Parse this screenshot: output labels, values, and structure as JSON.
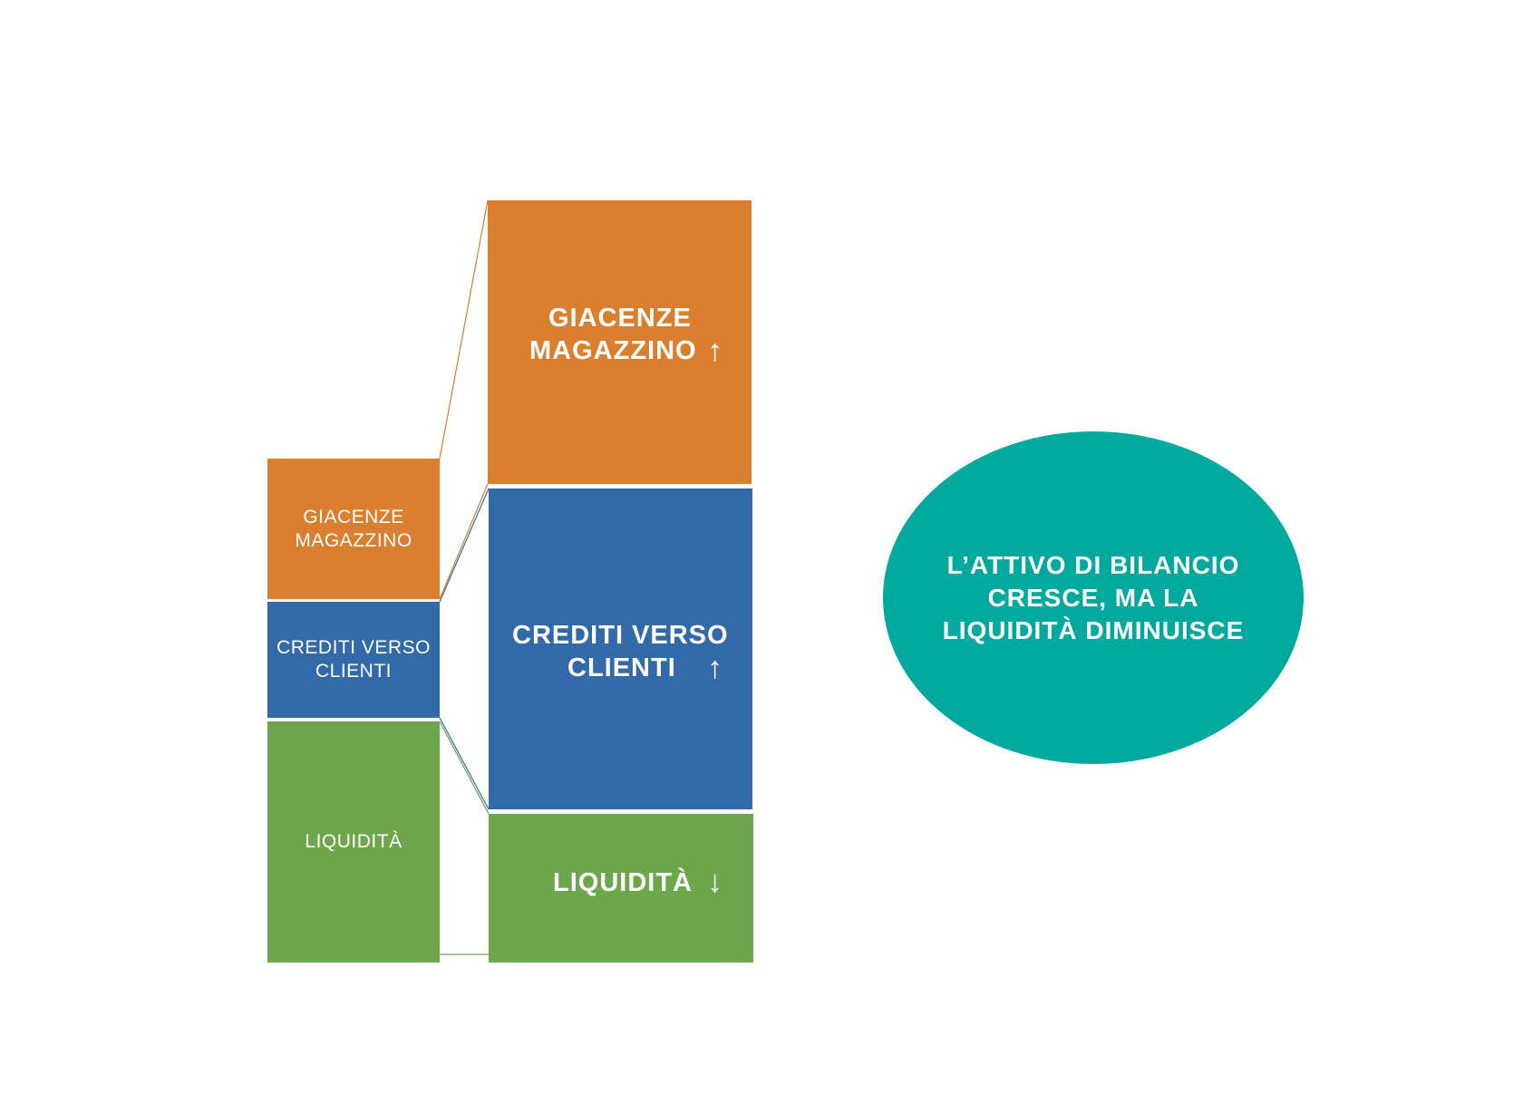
{
  "before": {
    "giacenze": "GIACENZE MAGAZZINO",
    "crediti": "CREDITI VERSO CLIENTI",
    "liquidita": "LIQUIDITÀ"
  },
  "after": {
    "giacenze_line1": "GIACENZE",
    "giacenze_line2": "MAGAZZINO",
    "giacenze_arrow": "↑",
    "crediti_line1": "CREDITI VERSO",
    "crediti_line2": "CLIENTI",
    "crediti_arrow": "↑",
    "liquidita": "LIQUIDITÀ",
    "liquidita_arrow": "↓"
  },
  "conclusion": "L’ATTIVO DI BILANCIO CRESCE, MA LA LIQUIDITÀ DIMINUISCE",
  "colors": {
    "giacenze": "#d97f2e",
    "crediti": "#3269a9",
    "liquidita": "#6ea64c",
    "conclusion": "#00a99d"
  }
}
